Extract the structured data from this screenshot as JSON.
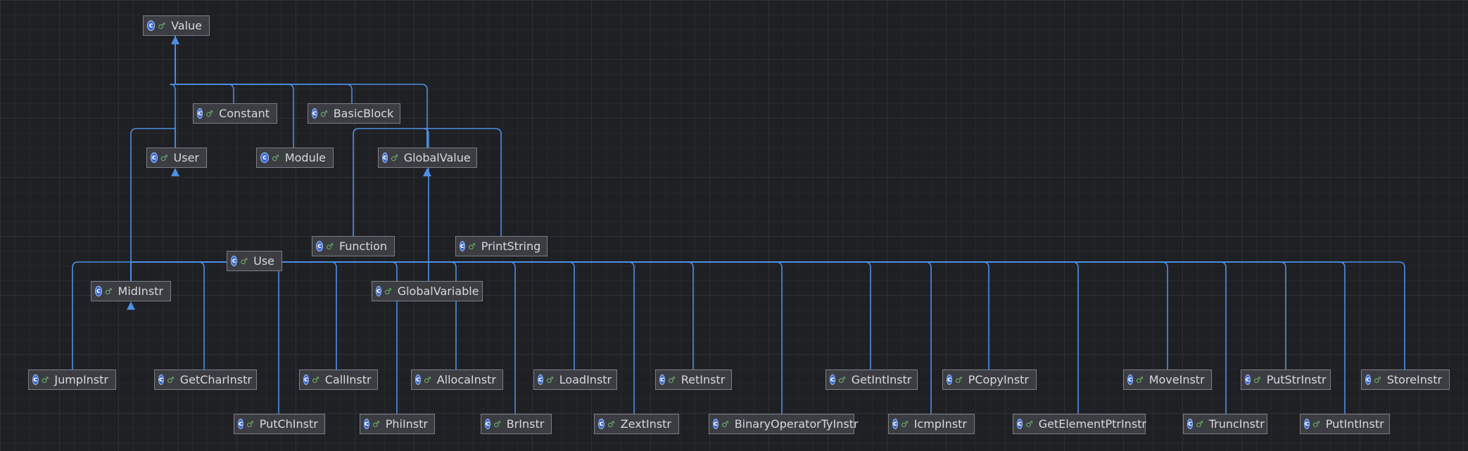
{
  "diagram": {
    "colors": {
      "background": "#1f2024",
      "node_fill": "#3b3d42",
      "node_border": "#7b7e85",
      "edge": "#4d8fe6",
      "class_icon": "#3a6bd1",
      "package_icon": "#6fb56a"
    },
    "icons": {
      "class": "class-icon",
      "package": "package-private-icon"
    },
    "class_badge": "c",
    "nodes": [
      {
        "id": "Value",
        "label": "Value"
      },
      {
        "id": "Constant",
        "label": "Constant"
      },
      {
        "id": "BasicBlock",
        "label": "BasicBlock"
      },
      {
        "id": "User",
        "label": "User"
      },
      {
        "id": "Module",
        "label": "Module"
      },
      {
        "id": "GlobalValue",
        "label": "GlobalValue"
      },
      {
        "id": "Function",
        "label": "Function"
      },
      {
        "id": "PrintString",
        "label": "PrintString"
      },
      {
        "id": "Use",
        "label": "Use"
      },
      {
        "id": "MidInstr",
        "label": "MidInstr"
      },
      {
        "id": "GlobalVariable",
        "label": "GlobalVariable"
      },
      {
        "id": "JumpInstr",
        "label": "JumpInstr"
      },
      {
        "id": "GetCharInstr",
        "label": "GetCharInstr"
      },
      {
        "id": "CallInstr",
        "label": "CallInstr"
      },
      {
        "id": "AllocaInstr",
        "label": "AllocaInstr"
      },
      {
        "id": "LoadInstr",
        "label": "LoadInstr"
      },
      {
        "id": "RetInstr",
        "label": "RetInstr"
      },
      {
        "id": "GetIntInstr",
        "label": "GetIntInstr"
      },
      {
        "id": "PCopyInstr",
        "label": "PCopyInstr"
      },
      {
        "id": "MoveInstr",
        "label": "MoveInstr"
      },
      {
        "id": "PutStrInstr",
        "label": "PutStrInstr"
      },
      {
        "id": "StoreInstr",
        "label": "StoreInstr"
      },
      {
        "id": "PutChInstr",
        "label": "PutChInstr"
      },
      {
        "id": "PhiInstr",
        "label": "PhiInstr"
      },
      {
        "id": "BrInstr",
        "label": "BrInstr"
      },
      {
        "id": "ZextInstr",
        "label": "ZextInstr"
      },
      {
        "id": "BinaryOperatorTyInstr",
        "label": "BinaryOperatorTyInstr"
      },
      {
        "id": "IcmpInstr",
        "label": "IcmpInstr"
      },
      {
        "id": "GetElementPtrInstr",
        "label": "GetElementPtrInstr"
      },
      {
        "id": "TruncInstr",
        "label": "TruncInstr"
      },
      {
        "id": "PutIntInstr",
        "label": "PutIntInstr"
      }
    ],
    "edges": [
      {
        "from": "Constant",
        "to": "Value"
      },
      {
        "from": "BasicBlock",
        "to": "Value"
      },
      {
        "from": "User",
        "to": "Value"
      },
      {
        "from": "Module",
        "to": "Value"
      },
      {
        "from": "GlobalValue",
        "to": "Value"
      },
      {
        "from": "Function",
        "to": "GlobalValue"
      },
      {
        "from": "PrintString",
        "to": "GlobalValue"
      },
      {
        "from": "GlobalVariable",
        "to": "GlobalValue"
      },
      {
        "from": "MidInstr",
        "to": "User"
      },
      {
        "from": "JumpInstr",
        "to": "MidInstr"
      },
      {
        "from": "GetCharInstr",
        "to": "MidInstr"
      },
      {
        "from": "CallInstr",
        "to": "MidInstr"
      },
      {
        "from": "AllocaInstr",
        "to": "MidInstr"
      },
      {
        "from": "LoadInstr",
        "to": "MidInstr"
      },
      {
        "from": "RetInstr",
        "to": "MidInstr"
      },
      {
        "from": "GetIntInstr",
        "to": "MidInstr"
      },
      {
        "from": "PCopyInstr",
        "to": "MidInstr"
      },
      {
        "from": "MoveInstr",
        "to": "MidInstr"
      },
      {
        "from": "PutStrInstr",
        "to": "MidInstr"
      },
      {
        "from": "StoreInstr",
        "to": "MidInstr"
      },
      {
        "from": "PutChInstr",
        "to": "MidInstr"
      },
      {
        "from": "PhiInstr",
        "to": "MidInstr"
      },
      {
        "from": "BrInstr",
        "to": "MidInstr"
      },
      {
        "from": "ZextInstr",
        "to": "MidInstr"
      },
      {
        "from": "BinaryOperatorTyInstr",
        "to": "MidInstr"
      },
      {
        "from": "IcmpInstr",
        "to": "MidInstr"
      },
      {
        "from": "GetElementPtrInstr",
        "to": "MidInstr"
      },
      {
        "from": "TruncInstr",
        "to": "MidInstr"
      },
      {
        "from": "PutIntInstr",
        "to": "MidInstr"
      }
    ]
  }
}
